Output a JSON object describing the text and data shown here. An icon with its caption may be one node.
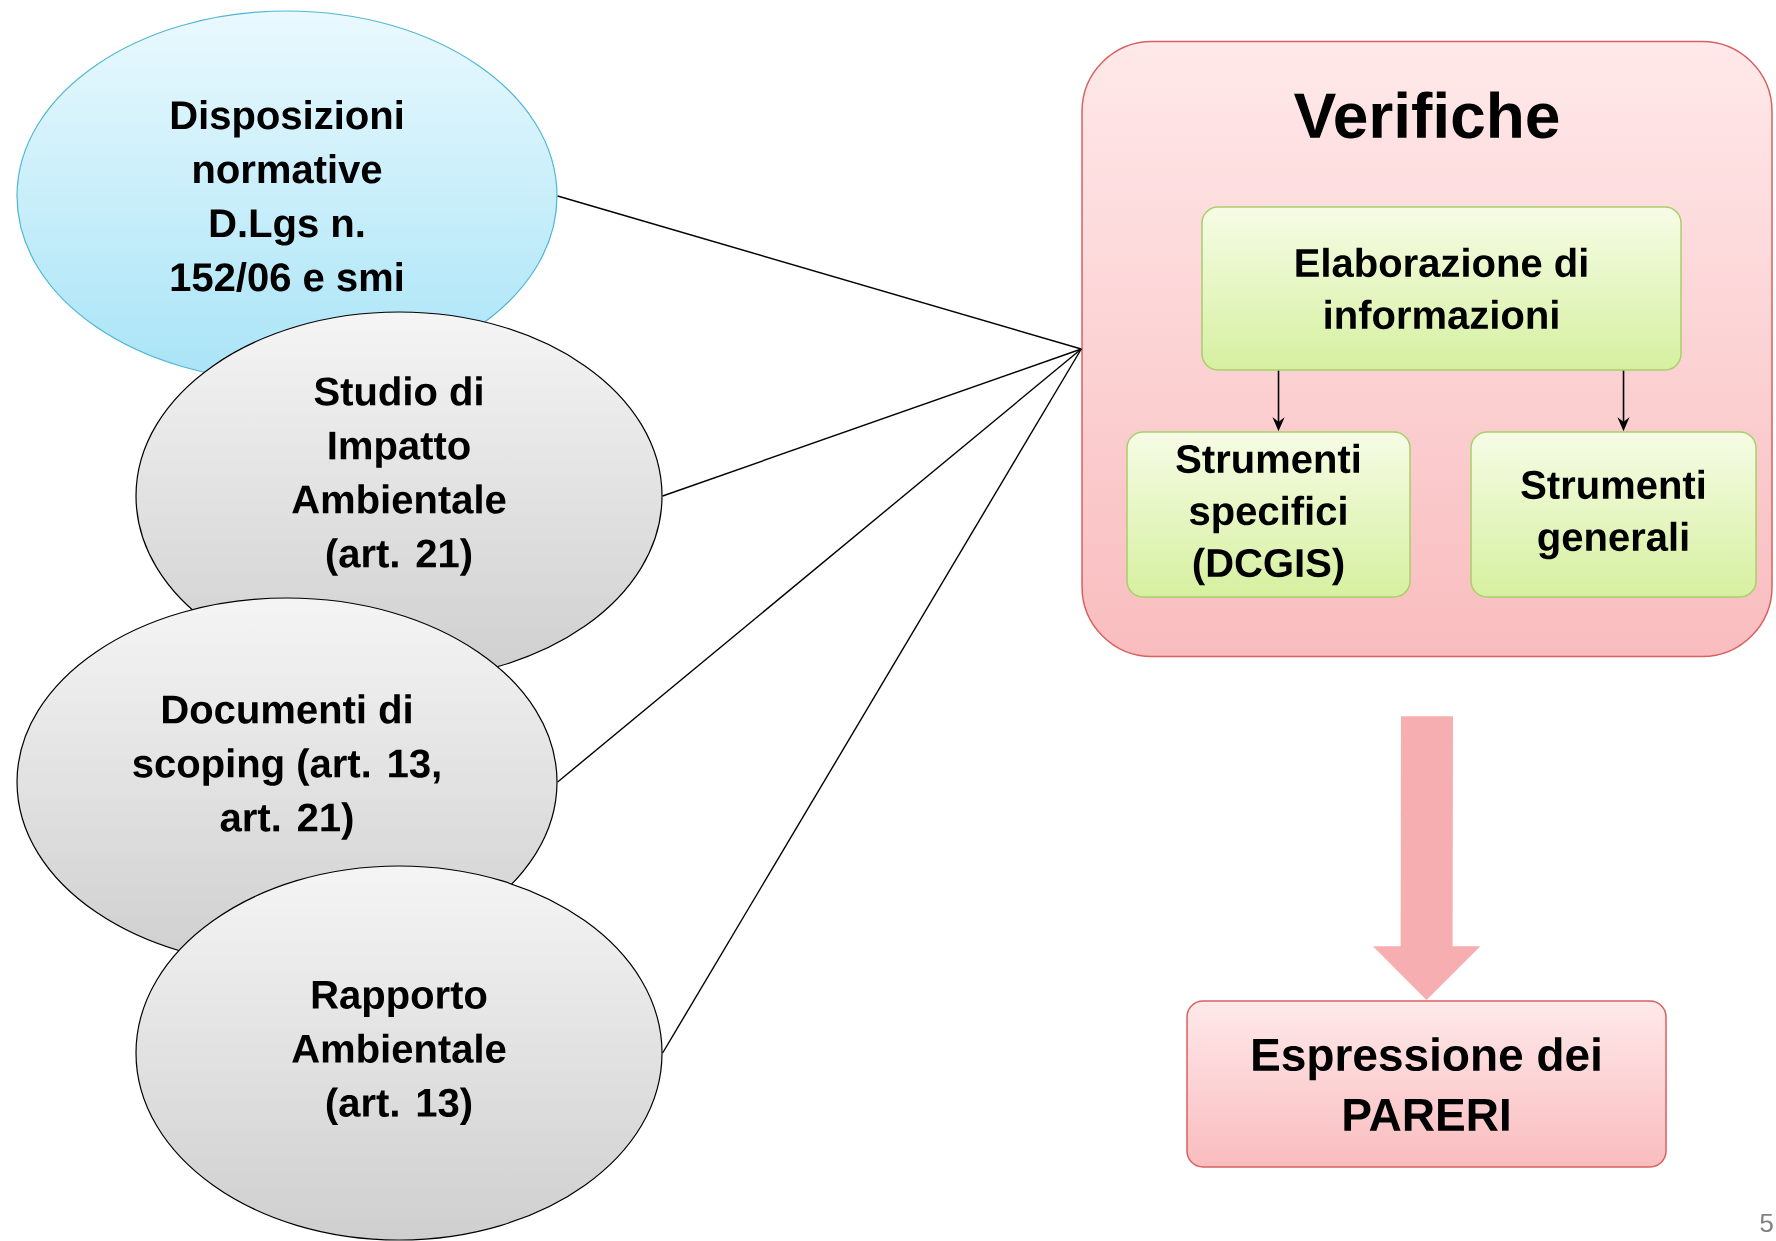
{
  "diagram": {
    "nodes": [
      {
        "text": [
          "Disposizioni normative D.Lgs n. 152/06 e smi"
        ]
      },
      {
        "text": [
          "Studio di Impatto Ambientale (art. 21)"
        ]
      },
      {
        "text": [
          "Documenti di scoping (art. 13, art. 21)"
        ]
      },
      {
        "text": [
          "Rapporto Ambientale (art. 13)"
        ]
      },
      {
        "text": [
          "Verifiche"
        ]
      },
      {
        "text": [
          "Elaborazione di informazioni"
        ],
        "in": 4
      },
      {
        "text": [
          "Strumenti specifici (DCGIS)"
        ],
        "in": 4
      },
      {
        "text": [
          "Strumenti generali"
        ],
        "in": 4
      },
      {
        "text": [
          "Espressione dei PARERI"
        ]
      }
    ],
    "edges": [
      {
        "from": 0,
        "to": 4,
        "arrow": "none"
      },
      {
        "from": 1,
        "to": 4,
        "arrow": "none"
      },
      {
        "from": 2,
        "to": 4,
        "arrow": "none"
      },
      {
        "from": 3,
        "to": 4,
        "arrow": "none"
      },
      {
        "from": 5,
        "to": 6,
        "arrow": "to"
      },
      {
        "from": 5,
        "to": 7,
        "arrow": "to"
      },
      {
        "from": 4,
        "to": 8,
        "arrow": "to",
        "style": "thick",
        "color": "#f6aeb0"
      }
    ],
    "labels": [
      "5"
    ]
  }
}
